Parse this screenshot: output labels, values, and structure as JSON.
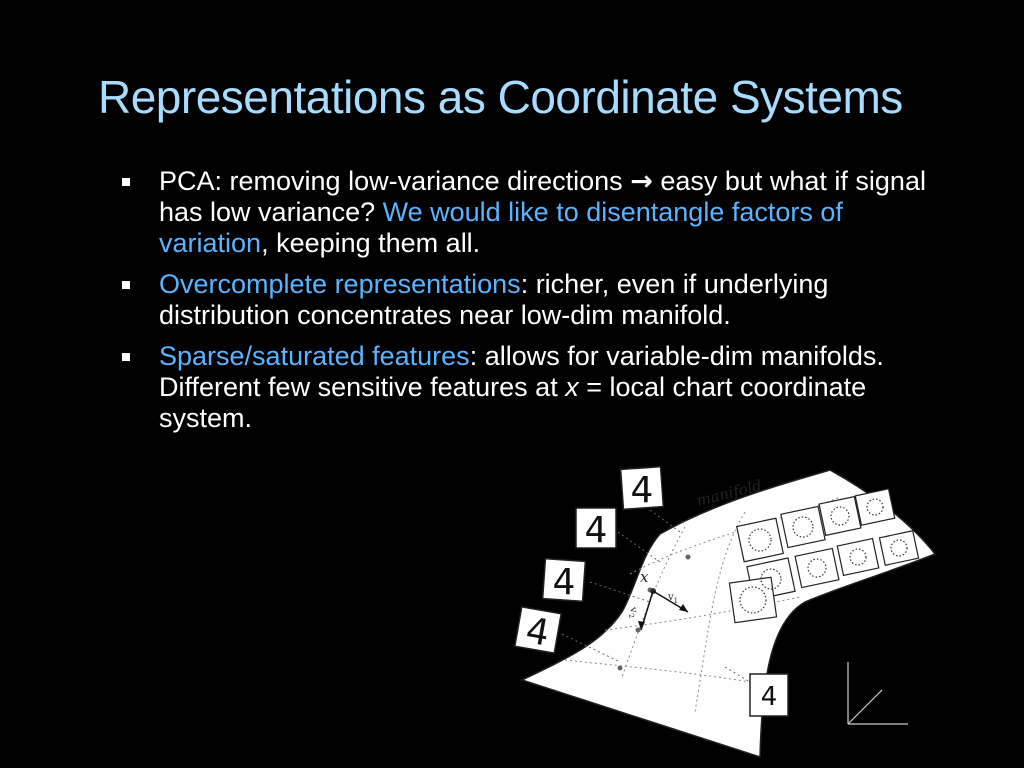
{
  "slide": {
    "title": "Representations as Coordinate Systems",
    "bullets": [
      {
        "t1": "PCA: removing low-variance directions ",
        "arrow": "→",
        "t2": " easy but what if signal has low variance? ",
        "hl": "We would like to disentangle factors of variation",
        "t3": ", keeping them all."
      },
      {
        "hl": "Overcomplete representations",
        "t1": ": richer, even if underlying distribution concentrates near low-dim manifold."
      },
      {
        "hl": "Sparse/saturated features",
        "t1": ": allows for variable-dim manifolds. Different few sensitive features at ",
        "var": "x",
        "t2": " = local chart coordinate system."
      }
    ],
    "figure": {
      "manifold_label": "manifold",
      "point_label": "x",
      "vector1_label": "v",
      "vector1_sub": "1",
      "vector2_label": "v",
      "vector2_sub": "2",
      "digit": "4"
    },
    "colors": {
      "title": "#a8dcff",
      "highlight": "#5ab4ff",
      "background": "#000000",
      "text": "#ffffff"
    }
  }
}
